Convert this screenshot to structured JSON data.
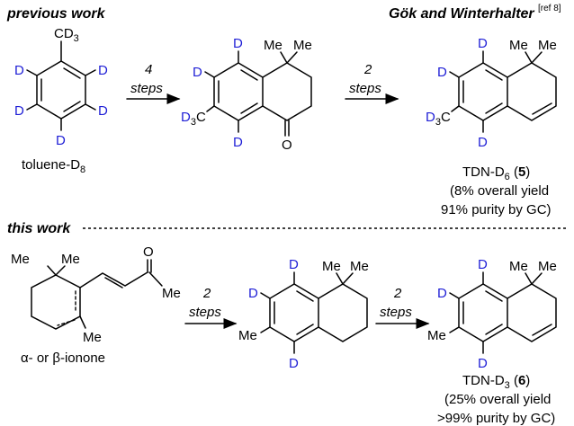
{
  "headers": {
    "previous": "previous work",
    "authors": "Gök and Winterhalter",
    "authors_ref": "[ref 8]",
    "this": "this work"
  },
  "atoms": {
    "D": "D",
    "Me": "Me",
    "O": "O",
    "CD3": "CD",
    "D3C": "D",
    "sub3": "3",
    "C": "C"
  },
  "arrows": {
    "a1_top": "4",
    "a1_bottom": "steps",
    "a2_top": "2",
    "a2_bottom": "steps",
    "a3_top": "2",
    "a3_bottom": "steps",
    "a4_top": "2",
    "a4_bottom": "steps"
  },
  "labels": {
    "toluene": "toluene-D",
    "toluene_sub": "8",
    "tdn6_a": "TDN-D",
    "tdn6_sub": "6",
    "tdn6_b": " (",
    "tdn6_num": "5",
    "tdn6_c": ")",
    "tdn6_yield": "(8% overall yield",
    "tdn6_purity": "91% purity by GC)",
    "ionone": "α- or β-ionone",
    "tdn3_a": "TDN-D",
    "tdn3_sub": "3",
    "tdn3_b": " (",
    "tdn3_num": "6",
    "tdn3_c": ")",
    "tdn3_yield": "(25% overall yield",
    "tdn3_purity": ">99% purity by GC)"
  }
}
